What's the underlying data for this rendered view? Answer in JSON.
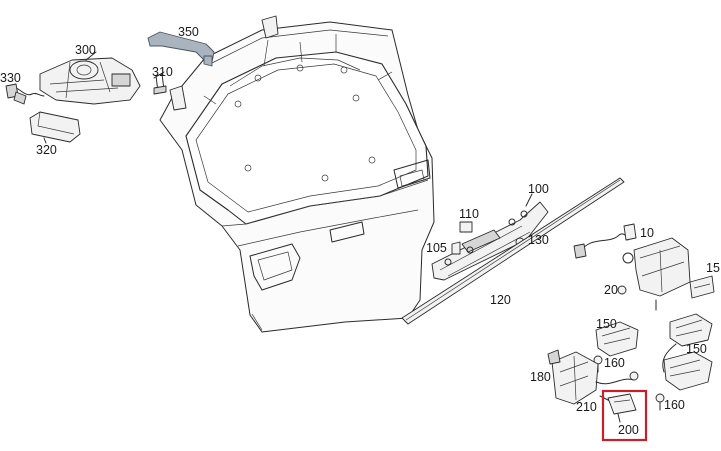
{
  "diagram": {
    "highlight_color": "#c8202a",
    "handle_color": "#a9b4bf",
    "highlighted_part": "200",
    "part_labels": {
      "p300": "300",
      "p330": "330",
      "p320": "320",
      "p350": "350",
      "p310": "310",
      "p100": "100",
      "p110": "110",
      "p105": "105",
      "p130": "130",
      "p10": "10",
      "p15": "15",
      "p20": "20",
      "p120": "120",
      "p150a": "150",
      "p150b": "150",
      "p160a": "160",
      "p160b": "160",
      "p180": "180",
      "p210": "210",
      "p200": "200"
    }
  }
}
